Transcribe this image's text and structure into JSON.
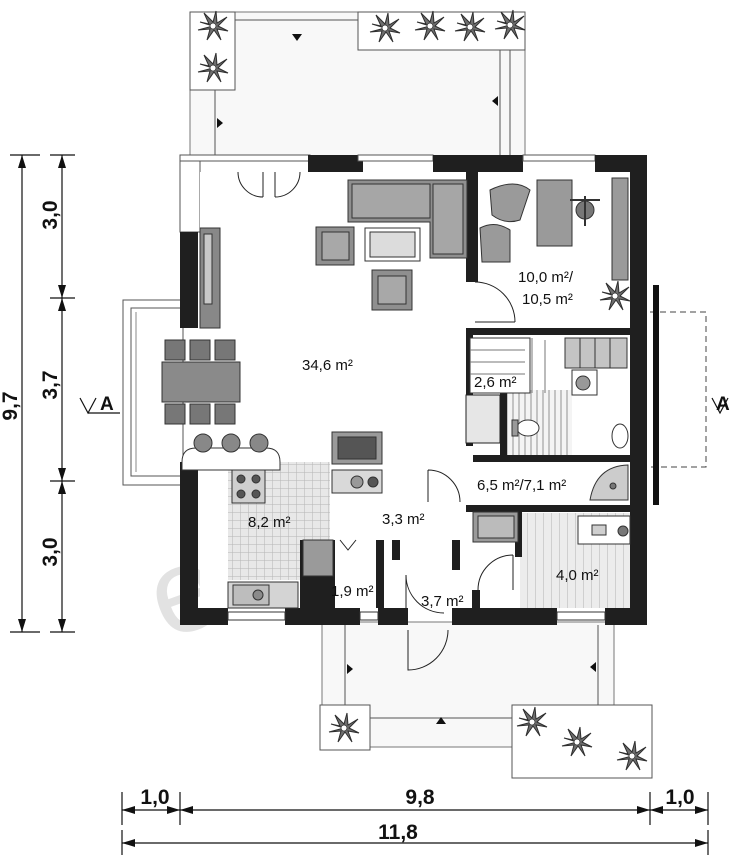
{
  "watermark": "extradom",
  "rooms": [
    {
      "id": "living",
      "label": "34,6 m²"
    },
    {
      "id": "office_line1",
      "label": "10,0 m²/"
    },
    {
      "id": "office_line2",
      "label": "10,5 m²"
    },
    {
      "id": "stairs",
      "label": "2,6 m²"
    },
    {
      "id": "bath",
      "label": "6,5 m²/7,1 m²"
    },
    {
      "id": "kitchen",
      "label": "8,2 m²"
    },
    {
      "id": "hall",
      "label": "3,3 m²"
    },
    {
      "id": "wc",
      "label": "1,9 m²"
    },
    {
      "id": "vestibule",
      "label": "3,7 m²"
    },
    {
      "id": "utility",
      "label": "4,0 m²"
    }
  ],
  "dimensions": {
    "total_height": "9,7",
    "left_segments": [
      "3,0",
      "3,7",
      "3,0"
    ],
    "bottom_segments": [
      "1,0",
      "9,8",
      "1,0"
    ],
    "total_width": "11,8"
  },
  "section_marks": [
    "A",
    "A"
  ]
}
